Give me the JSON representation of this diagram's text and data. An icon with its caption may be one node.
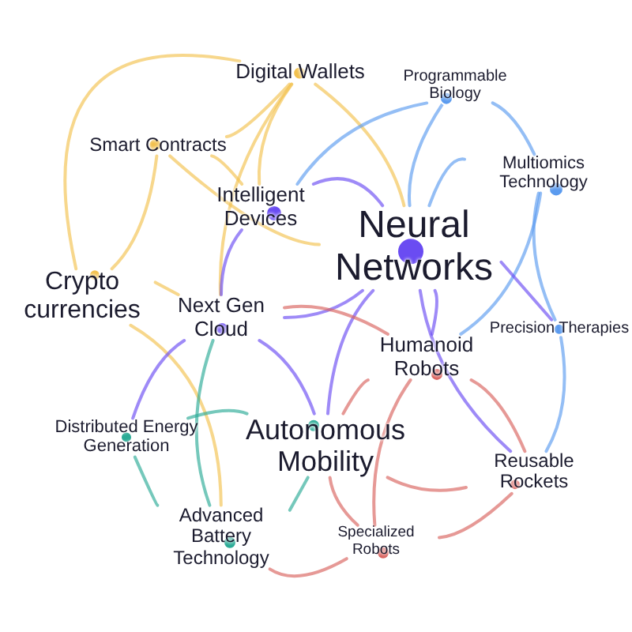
{
  "diagram": {
    "nodes": [
      {
        "text": [
          "Digital Wallets"
        ]
      },
      {
        "text": [
          "Programmable Biology"
        ]
      },
      {
        "text": [
          "Smart Contracts"
        ]
      },
      {
        "text": [
          "Multiomics Technology"
        ]
      },
      {
        "text": [
          "Intelligent Devices"
        ]
      },
      {
        "text": [
          "Neural Networks"
        ]
      },
      {
        "text": [
          "Crypto currencies"
        ]
      },
      {
        "text": [
          "Next Gen Cloud"
        ]
      },
      {
        "text": [
          "Precision Therapies"
        ]
      },
      {
        "text": [
          "Humanoid Robots"
        ]
      },
      {
        "text": [
          "Distributed Energy Generation"
        ]
      },
      {
        "text": [
          "Autonomous Mobility"
        ]
      },
      {
        "text": [
          "Reusable Rockets"
        ]
      },
      {
        "text": [
          "Advanced Battery Technology"
        ]
      },
      {
        "text": [
          "Specialized Robots"
        ]
      }
    ],
    "edges": [
      {
        "from": 0,
        "to": 2,
        "arrow": "none",
        "color": "#f2c14e"
      },
      {
        "from": 0,
        "to": 6,
        "arrow": "none",
        "color": "#f2c14e"
      },
      {
        "from": 2,
        "to": 6,
        "arrow": "none",
        "color": "#f2c14e"
      },
      {
        "from": 0,
        "to": 4,
        "arrow": "none",
        "color": "#f2c14e"
      },
      {
        "from": 0,
        "to": 5,
        "arrow": "none",
        "color": "#f2c14e"
      },
      {
        "from": 0,
        "to": 7,
        "arrow": "none",
        "color": "#f2c14e"
      },
      {
        "from": 2,
        "to": 4,
        "arrow": "none",
        "color": "#f2c14e"
      },
      {
        "from": 2,
        "to": 5,
        "arrow": "none",
        "color": "#f2c14e"
      },
      {
        "from": 6,
        "to": 7,
        "arrow": "none",
        "color": "#f2c14e"
      },
      {
        "from": 6,
        "to": 13,
        "arrow": "none",
        "color": "#f2c14e"
      },
      {
        "from": 1,
        "to": 3,
        "arrow": "none",
        "color": "#5b9bef"
      },
      {
        "from": 3,
        "to": 8,
        "arrow": "none",
        "color": "#5b9bef"
      },
      {
        "from": 3,
        "to": 5,
        "arrow": "none",
        "color": "#5b9bef"
      },
      {
        "from": 1,
        "to": 5,
        "arrow": "none",
        "color": "#5b9bef"
      },
      {
        "from": 1,
        "to": 4,
        "arrow": "none",
        "color": "#5b9bef"
      },
      {
        "from": 3,
        "to": 9,
        "arrow": "none",
        "color": "#5b9bef"
      },
      {
        "from": 8,
        "to": 12,
        "arrow": "none",
        "color": "#5b9bef"
      },
      {
        "from": 4,
        "to": 5,
        "arrow": "none",
        "color": "#6a4cf2"
      },
      {
        "from": 5,
        "to": 7,
        "arrow": "none",
        "color": "#6a4cf2"
      },
      {
        "from": 4,
        "to": 7,
        "arrow": "none",
        "color": "#6a4cf2"
      },
      {
        "from": 5,
        "to": 9,
        "arrow": "none",
        "color": "#6a4cf2"
      },
      {
        "from": 5,
        "to": 11,
        "arrow": "none",
        "color": "#6a4cf2"
      },
      {
        "from": 7,
        "to": 11,
        "arrow": "none",
        "color": "#6a4cf2"
      },
      {
        "from": 5,
        "to": 12,
        "arrow": "none",
        "color": "#6a4cf2"
      },
      {
        "from": 5,
        "to": 8,
        "arrow": "none",
        "color": "#6a4cf2"
      },
      {
        "from": 7,
        "to": 10,
        "arrow": "none",
        "color": "#6a4cf2"
      },
      {
        "from": 10,
        "to": 11,
        "arrow": "none",
        "color": "#2bab96"
      },
      {
        "from": 10,
        "to": 13,
        "arrow": "none",
        "color": "#2bab96"
      },
      {
        "from": 11,
        "to": 13,
        "arrow": "none",
        "color": "#2bab96"
      },
      {
        "from": 7,
        "to": 13,
        "arrow": "none",
        "color": "#2bab96"
      },
      {
        "from": 9,
        "to": 12,
        "arrow": "none",
        "color": "#d9625e"
      },
      {
        "from": 9,
        "to": 14,
        "arrow": "none",
        "color": "#d9625e"
      },
      {
        "from": 12,
        "to": 14,
        "arrow": "none",
        "color": "#d9625e"
      },
      {
        "from": 11,
        "to": 12,
        "arrow": "none",
        "color": "#d9625e"
      },
      {
        "from": 11,
        "to": 9,
        "arrow": "none",
        "color": "#d9625e"
      },
      {
        "from": 11,
        "to": 14,
        "arrow": "none",
        "color": "#d9625e"
      },
      {
        "from": 13,
        "to": 14,
        "arrow": "none",
        "color": "#d9625e"
      },
      {
        "from": 9,
        "to": 7,
        "arrow": "none",
        "color": "#d9625e"
      }
    ]
  }
}
